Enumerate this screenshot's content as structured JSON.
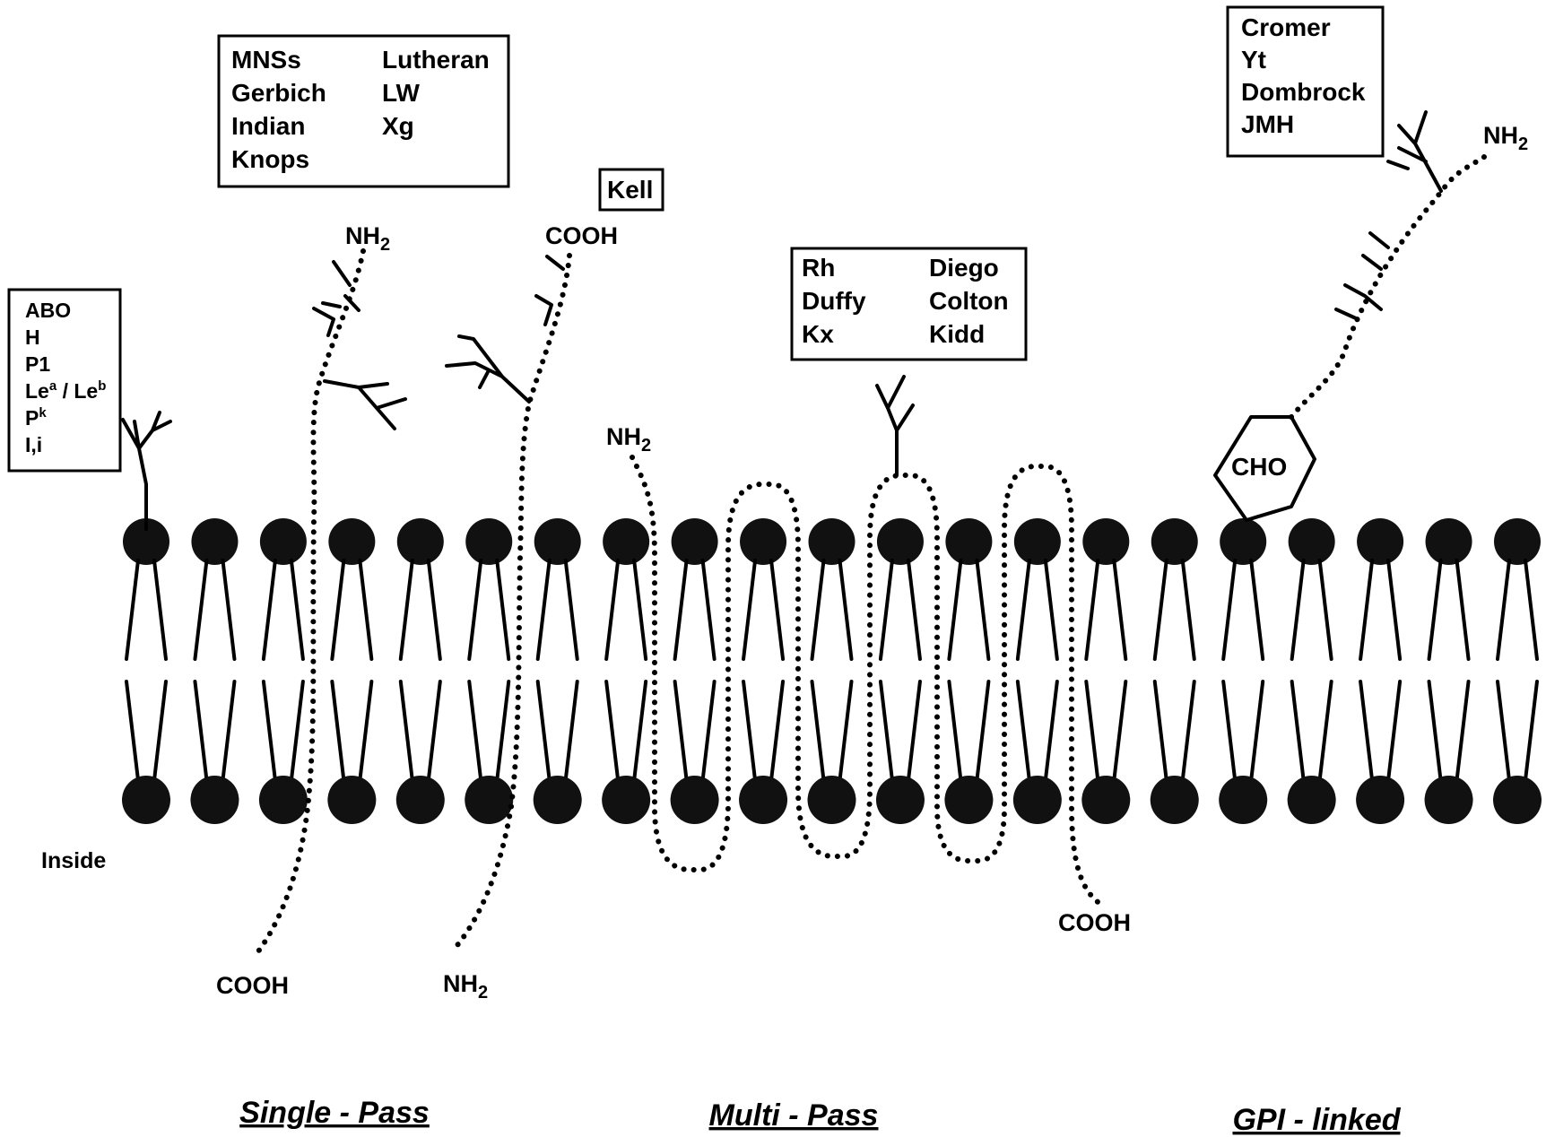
{
  "carbohydrate_box": {
    "lines": [
      "ABO",
      "H",
      "P1",
      "Le",
      "P",
      "I,i"
    ],
    "lea_sup": "a",
    "slash_le": " / Le",
    "leb_sup": "b",
    "pk_sup": "k"
  },
  "single_pass_box": {
    "col1": [
      "MNSs",
      "Gerbich",
      "Indian",
      "Knops"
    ],
    "col2": [
      "Lutheran",
      "LW",
      "Xg"
    ]
  },
  "kell_box": {
    "label": "Kell"
  },
  "multi_pass_box": {
    "col1": [
      "Rh",
      "Duffy",
      "Kx"
    ],
    "col2": [
      "Diego",
      "Colton",
      "Kidd"
    ]
  },
  "gpi_box": {
    "lines": [
      "Cromer",
      "Yt",
      "Dombrock",
      "JMH"
    ]
  },
  "termini": {
    "nh_text": "NH",
    "subscript": "2",
    "cooh_text": "COOH"
  },
  "cho_label": "CHO",
  "inside_label": "Inside",
  "sections": {
    "single_pass": "Single - Pass",
    "multi_pass": "Multi - Pass",
    "gpi_linked": "GPI - linked"
  },
  "colors": {
    "ink": "#000000",
    "lipid_head": "#111111",
    "background": "#ffffff"
  },
  "lipid_count": 21
}
